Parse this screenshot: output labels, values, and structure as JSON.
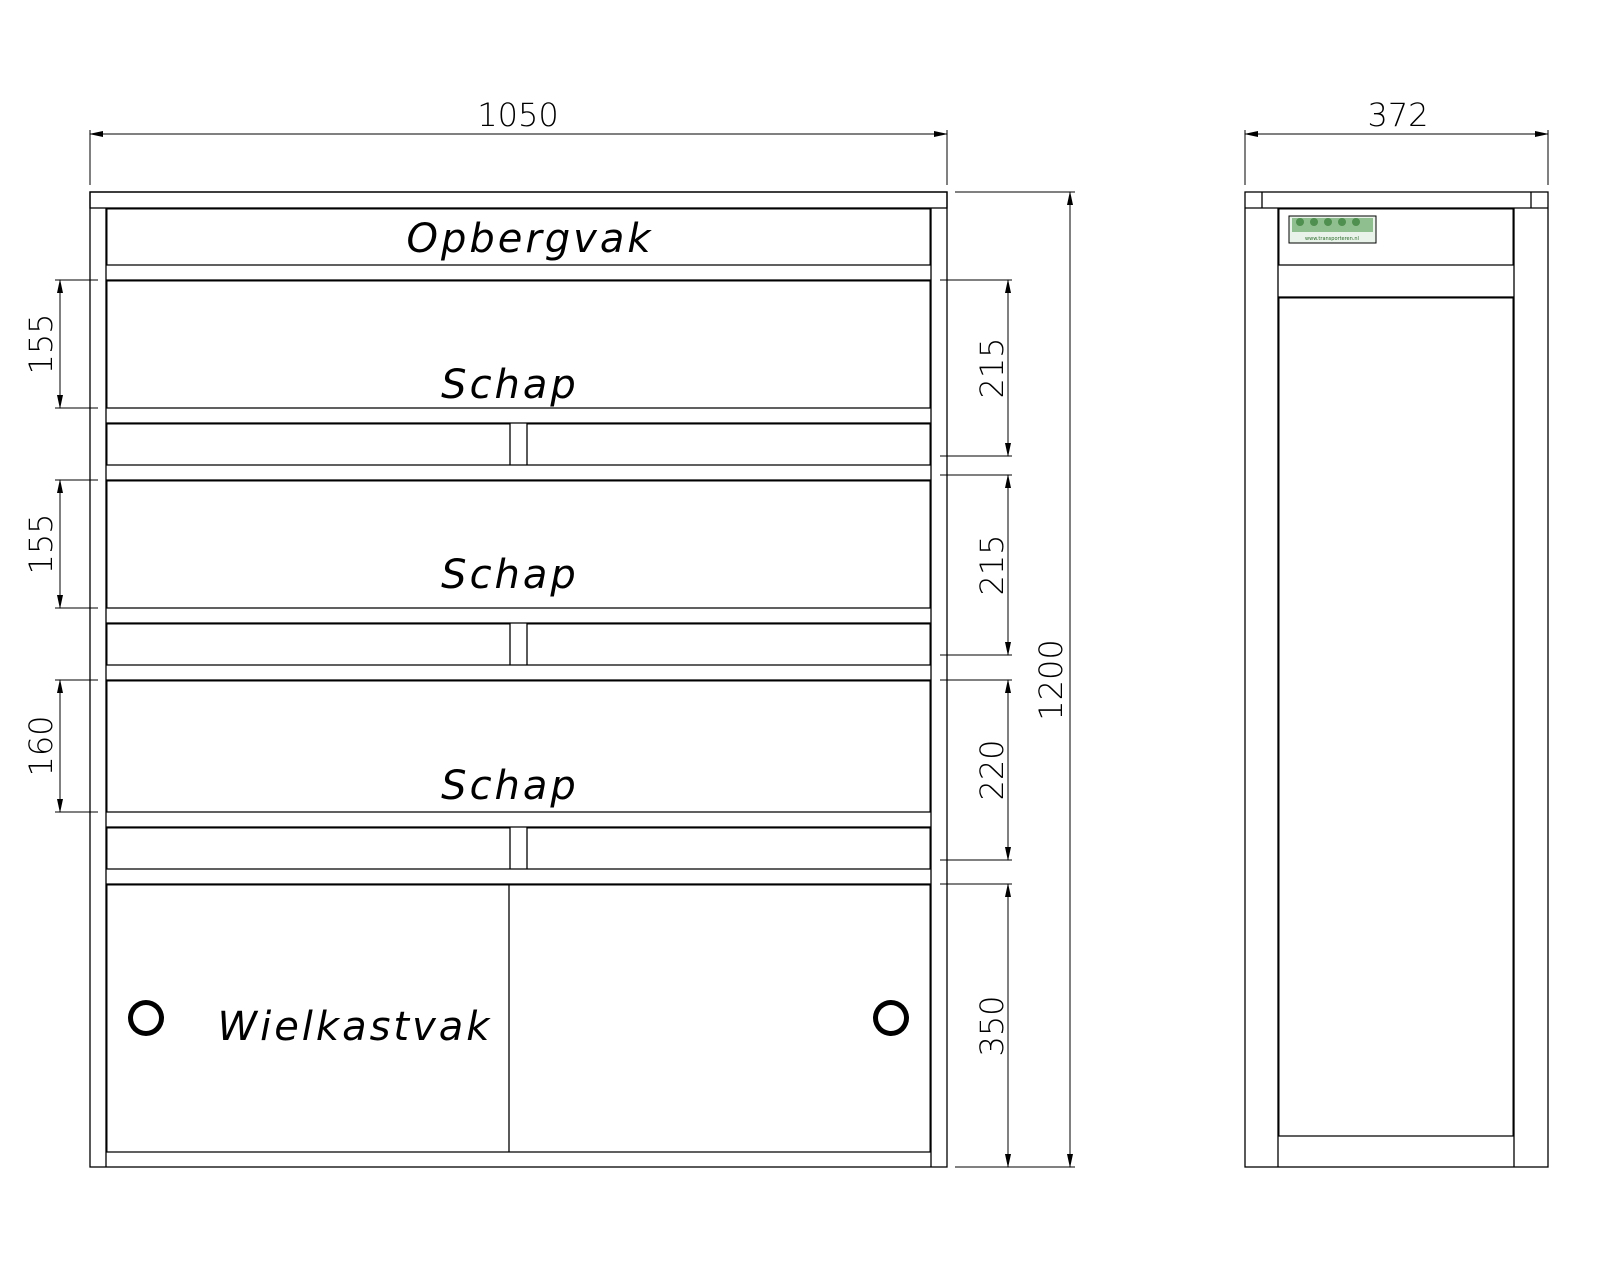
{
  "front_view": {
    "width_dim": "1050",
    "height_dim": "1200",
    "storage_label": "Opbergvak",
    "shelf_label": "Schap",
    "wheel_label": "Wielkastvak",
    "left_dims": [
      "155",
      "155",
      "160"
    ],
    "right_dims": [
      "215",
      "215",
      "220",
      "350"
    ]
  },
  "side_view": {
    "width_dim": "372",
    "logo_text": "www.transporteren.nl"
  },
  "colors": {
    "light_panel": "#dcdcdc",
    "dark_shelf": "#808080",
    "line": "#000000",
    "logo_green": "#8fbf8f"
  }
}
